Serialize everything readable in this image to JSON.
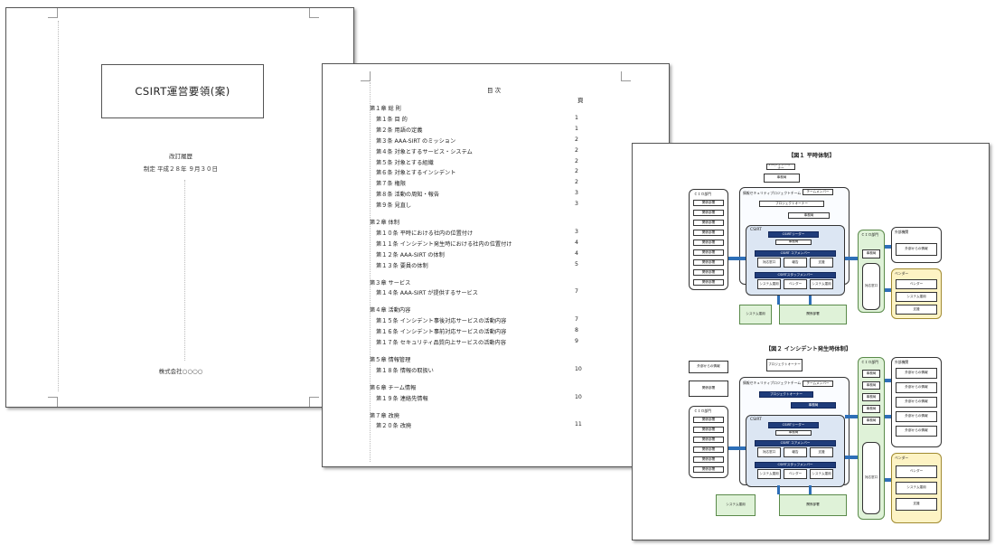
{
  "page1": {
    "title": "CSIRT運営要領(案)",
    "revision_heading": "改訂履歴",
    "revision_entry": "制定  平成２８年  ９月３０日",
    "company": "株式会社○○○○"
  },
  "page2": {
    "toc_title": "目  次",
    "page_heading": "頁",
    "entries": [
      {
        "label": "第１章  総  則",
        "page": ""
      },
      {
        "label": "第１条  目  的",
        "page": "1"
      },
      {
        "label": "第２条  用語の定義",
        "page": "1"
      },
      {
        "label": "第３条  AAA-SIRT のミッション",
        "page": "2"
      },
      {
        "label": "第４条  対象とするサービス・システム",
        "page": "2"
      },
      {
        "label": "第５条  対象とする組織",
        "page": "2"
      },
      {
        "label": "第６条  対象とするインシデント",
        "page": "2"
      },
      {
        "label": "第７条  権限",
        "page": "2"
      },
      {
        "label": "第８条  活動の周知・報告",
        "page": "3"
      },
      {
        "label": "第９条  見直し",
        "page": "3"
      },
      {
        "label": "第２章  体制",
        "page": ""
      },
      {
        "label": "第１０条  平時における社内の位置付け",
        "page": "3"
      },
      {
        "label": "第１１条  インシデント発生時における社内の位置付け",
        "page": "4"
      },
      {
        "label": "第１２条  AAA-SIRT の体制",
        "page": "4"
      },
      {
        "label": "第１３条  要員の体制",
        "page": "5"
      },
      {
        "label": "第３章  サービス",
        "page": ""
      },
      {
        "label": "第１４条  AAA-SIRT が提供するサービス",
        "page": "7"
      },
      {
        "label": "第４章  活動内容",
        "page": ""
      },
      {
        "label": "第１５条  インシデント事後対応サービスの活動内容",
        "page": "7"
      },
      {
        "label": "第１６条  インシデント事前対応サービスの活動内容",
        "page": "8"
      },
      {
        "label": "第１７条  セキュリティ品質向上サービスの活動内容",
        "page": "9"
      },
      {
        "label": "第５章  情報管理",
        "page": ""
      },
      {
        "label": "第１８条  情報の取扱い",
        "page": "10"
      },
      {
        "label": "第６章  チーム情報",
        "page": ""
      },
      {
        "label": "第１９条  連絡先情報",
        "page": "10"
      },
      {
        "label": "第７章  改廃",
        "page": ""
      },
      {
        "label": "第２０条  改廃",
        "page": "11"
      }
    ]
  },
  "page3": {
    "fig1_title": "【図１  平時体制】",
    "fig2_title": "【図２  インシデント発生時体制】",
    "csirt_label": "CSIRT",
    "leader_label": "CSIRTリーダー",
    "core_member_label": "CSIRT  コアメンバー",
    "staff_member_label": "CSIRTスタッフメンバー",
    "sec_team_label": "情報セキュリティプロジェクトチーム",
    "team_member_label": "チームメンバー",
    "project_owner_label": "プロジェクトオーナー",
    "secretary_label": "事務局",
    "it_dept_label": "ＣＩＯ部門",
    "external_label": "外部機関",
    "vendor_label": "ベンダー",
    "system_label": "システム運用",
    "incident_label": "対応窓口",
    "external_info_label": "外部からの情報",
    "related_label": "関係部署",
    "support_label": "支援",
    "report_label": "報告"
  }
}
